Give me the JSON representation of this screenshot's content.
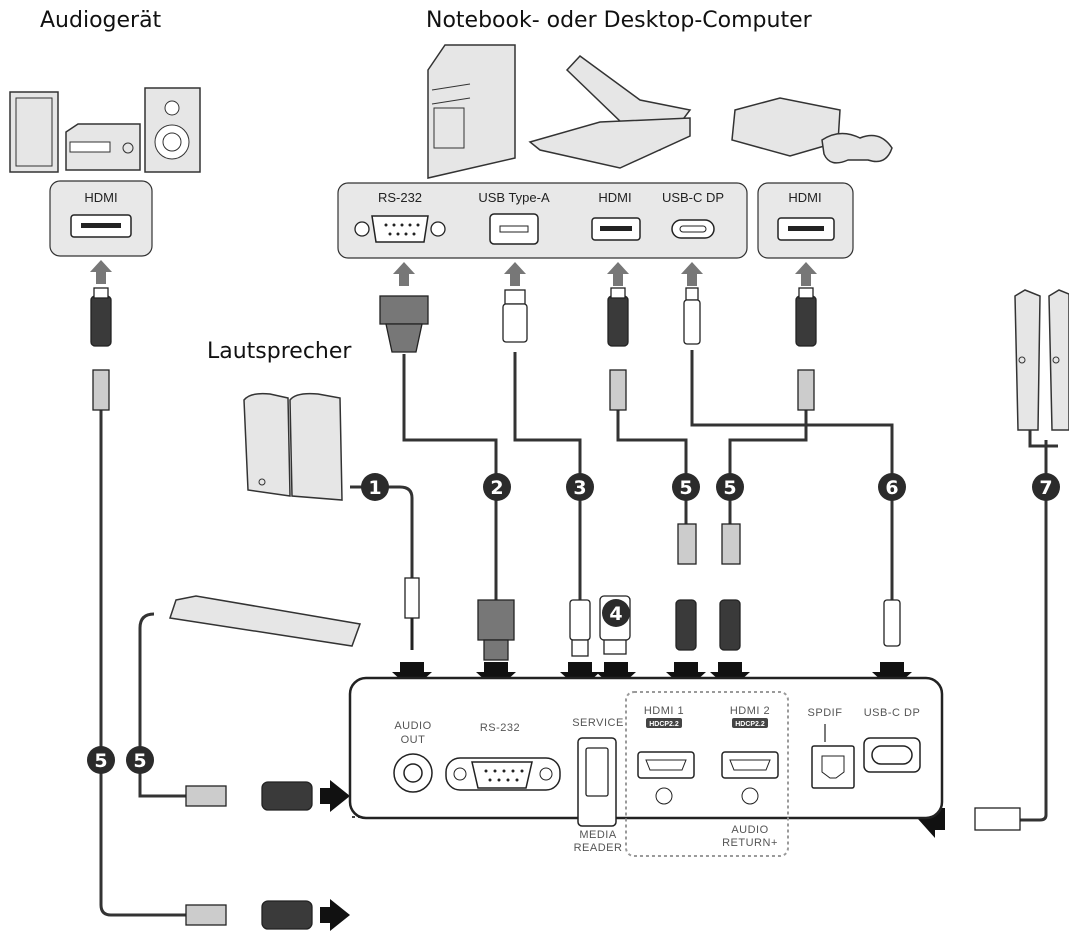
{
  "headings": {
    "audio_device": "Audiogerät",
    "computer": "Notebook- oder Desktop-Computer",
    "speakers": "Lautsprecher"
  },
  "source_ports": {
    "audio_hdmi": "HDMI",
    "rs232": "RS-232",
    "usb_a": "USB Type-A",
    "hdmi": "HDMI",
    "usbc_dp": "USB-C DP",
    "console_hdmi": "HDMI"
  },
  "projector_ports": {
    "audio_out_1": "AUDIO",
    "audio_out_2": "OUT",
    "rs232": "RS-232",
    "service": "SERVICE",
    "media_reader_1": "MEDIA",
    "media_reader_2": "READER",
    "hdmi1": "HDMI 1",
    "hdmi2": "HDMI 2",
    "hdcp1": "HDCP2.2",
    "hdcp2": "HDCP2.2",
    "audio_return_1": "AUDIO",
    "audio_return_2": "RETURN+",
    "spdif": "SPDIF",
    "usbc_dp": "USB-C DP"
  },
  "cable_numbers": {
    "n1": "1",
    "n2": "2",
    "n3": "3",
    "n4": "4",
    "n5a": "5",
    "n5b": "5",
    "n5c": "5",
    "n5d": "5",
    "n6": "6",
    "n7": "7"
  },
  "colors": {
    "cable": "#3a3a3a",
    "device_fill": "#e4e4e4",
    "panel_stroke": "#222222",
    "dotted_group": "#9a9a9a",
    "badge": "#2b2b2b"
  }
}
